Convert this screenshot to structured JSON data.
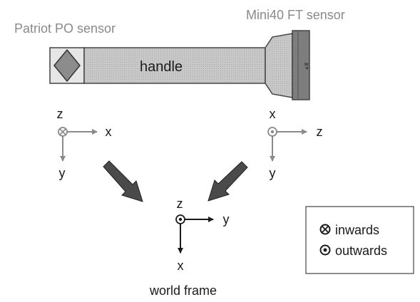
{
  "labels": {
    "patriot_sensor": "Patriot PO sensor",
    "mini40_sensor": "Mini40 FT sensor",
    "handle": "handle",
    "x_plus": "x+",
    "world_frame": "world frame"
  },
  "frames": {
    "patriot": {
      "out_of_plane": "z",
      "right": "x",
      "down": "y",
      "marker": "inwards"
    },
    "mini40": {
      "out_of_plane": "x",
      "right": "z",
      "down": "y",
      "marker": "outwards"
    },
    "world": {
      "out_of_plane": "z",
      "right": "y",
      "down": "x",
      "marker": "outwards"
    }
  },
  "legend": {
    "inwards": "inwards",
    "outwards": "outwards"
  },
  "colors": {
    "handle_fill": "#c4c4c4",
    "body_fill": "#c9c9c9",
    "ft_band": "#7d7d7d",
    "sensor_axis": "#8a8a8a",
    "world_axis": "#1a1a1a",
    "big_arrow": "#4a4a4a"
  }
}
